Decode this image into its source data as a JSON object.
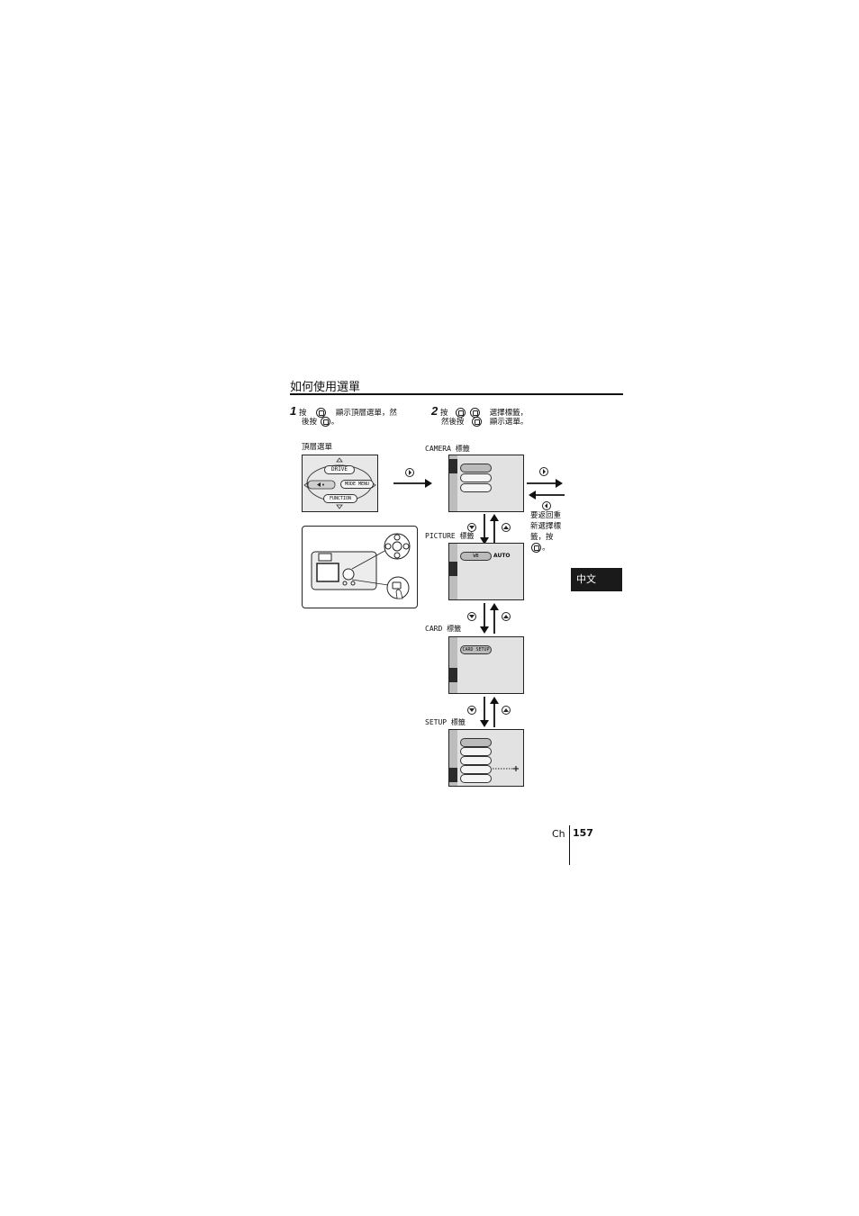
{
  "section_title": "如何使用選單",
  "step1": {
    "number": "1",
    "text_a": "按",
    "text_b": "顯示頂層選單，然",
    "text_c": "後按",
    "text_d": "。"
  },
  "step2": {
    "number": "2",
    "text_a": "按",
    "text_b": "選擇標籤，",
    "text_c": "然後按",
    "text_d": "顯示選單。"
  },
  "top_menu": {
    "label": "頂層選單",
    "items": [
      "DRIVE",
      "MODE MENU",
      "FUNCTION"
    ]
  },
  "tabs": [
    {
      "label": "CAMERA 標籤"
    },
    {
      "label": "PICTURE 標籤",
      "menu_items": [
        "WB"
      ],
      "values": [
        "AUTO"
      ]
    },
    {
      "label": "CARD 標籤",
      "menu_items": [
        "CARD SETUP"
      ]
    },
    {
      "label": "SETUP 標籤"
    }
  ],
  "return_note": [
    "要返回重",
    "新選擇標",
    "籤，按",
    "。"
  ],
  "language_tab": "中文",
  "footer": {
    "lang": "Ch",
    "page": "157"
  },
  "colors": {
    "ink": "#111111",
    "screen_bg": "#e2e2e2",
    "tab_bg": "#1a1a1a"
  }
}
